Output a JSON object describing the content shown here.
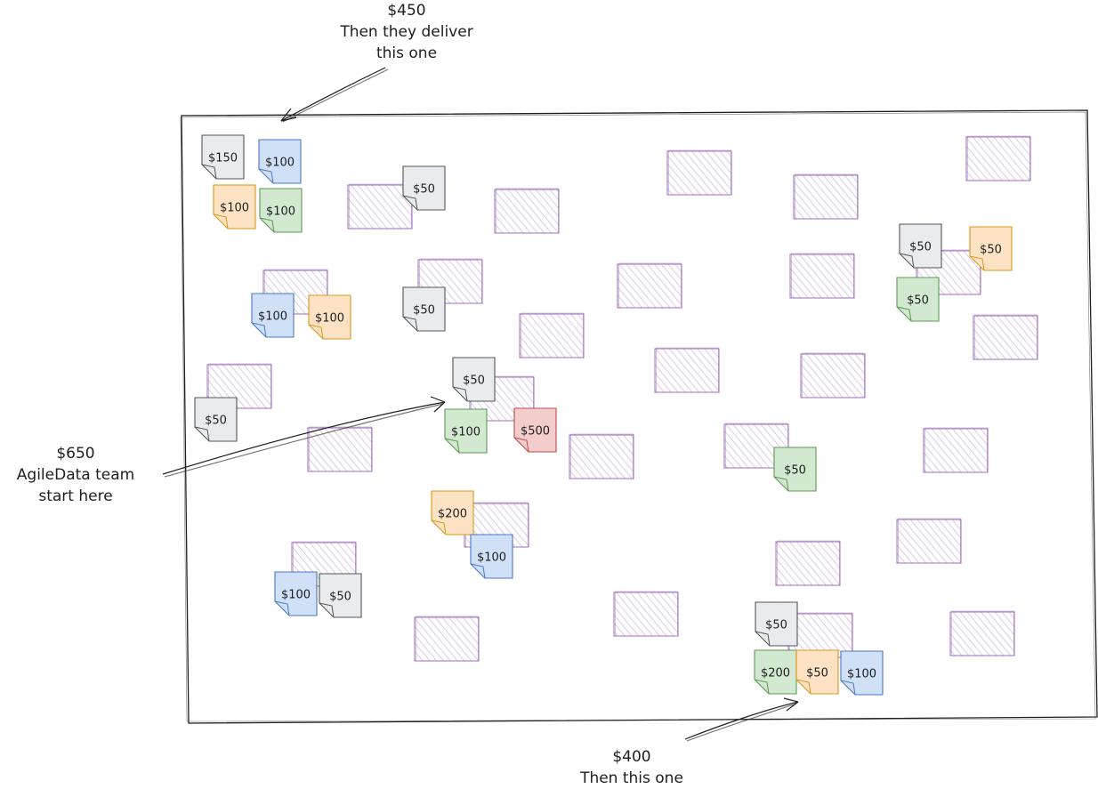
{
  "annotations": {
    "top": {
      "amount": "$450",
      "line1": "Then they deliver",
      "line2": "this one"
    },
    "left": {
      "amount": "$650",
      "line1": "AgileData team",
      "line2": "start here"
    },
    "bottom": {
      "amount": "$400",
      "line1": "Then this one"
    }
  },
  "colors": {
    "box_stroke": "#9c6fba",
    "grey": "#e9ecef",
    "blue": "#d0e0f7",
    "orange": "#fde3c4",
    "green": "#d3e8d1",
    "red": "#f3cccc"
  },
  "notes": [
    {
      "label": "$150",
      "color": "grey"
    },
    {
      "label": "$100",
      "color": "blue"
    },
    {
      "label": "$100",
      "color": "orange"
    },
    {
      "label": "$100",
      "color": "green"
    },
    {
      "label": "$50",
      "color": "grey"
    },
    {
      "label": "$100",
      "color": "blue"
    },
    {
      "label": "$100",
      "color": "orange"
    },
    {
      "label": "$50",
      "color": "grey"
    },
    {
      "label": "$50",
      "color": "grey"
    },
    {
      "label": "$50",
      "color": "grey"
    },
    {
      "label": "$100",
      "color": "green"
    },
    {
      "label": "$500",
      "color": "red"
    },
    {
      "label": "$200",
      "color": "orange"
    },
    {
      "label": "$100",
      "color": "blue"
    },
    {
      "label": "$100",
      "color": "blue"
    },
    {
      "label": "$50",
      "color": "grey"
    },
    {
      "label": "$50",
      "color": "green"
    },
    {
      "label": "$50",
      "color": "grey"
    },
    {
      "label": "$50",
      "color": "orange"
    },
    {
      "label": "$50",
      "color": "green"
    },
    {
      "label": "$50",
      "color": "grey"
    },
    {
      "label": "$200",
      "color": "green"
    },
    {
      "label": "$50",
      "color": "orange"
    },
    {
      "label": "$100",
      "color": "blue"
    }
  ]
}
